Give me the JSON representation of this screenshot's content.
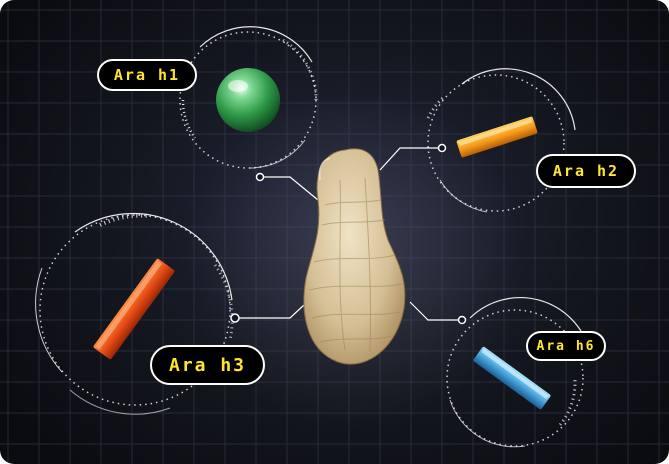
{
  "labels": {
    "h1": "Ara h1",
    "h2": "Ara h2",
    "h3": "Ara h3",
    "h6": "Ara h6"
  },
  "colors": {
    "background": "#14171f",
    "grid": "#3a3f55",
    "label_text": "#ffe62e",
    "label_border": "#ffffff",
    "h1_sphere": "#3faa55",
    "h2_rod": "#f59a1c",
    "h3_rod": "#e34a14",
    "h6_rod": "#4aa8e0",
    "peanut": "#d9c7a4"
  }
}
